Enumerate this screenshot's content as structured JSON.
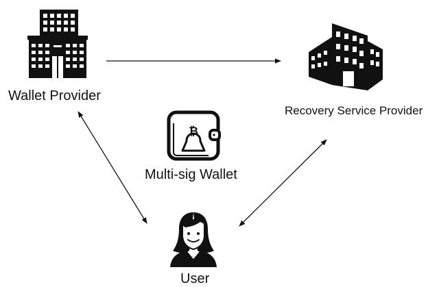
{
  "nodes": {
    "wallet_provider": {
      "label": "Wallet Provider",
      "icon": "office-building-icon"
    },
    "recovery_service_provider": {
      "label": "Recovery Service Provider",
      "icon": "office-building-icon"
    },
    "multisig_wallet": {
      "label": "Multi-sig Wallet",
      "icon": "bitcoin-wallet-icon"
    },
    "user": {
      "label": "User",
      "icon": "user-avatar-icon"
    }
  },
  "edges": [
    {
      "from": "wallet_provider",
      "to": "recovery_service_provider",
      "direction": "forward"
    },
    {
      "from": "wallet_provider",
      "to": "user",
      "direction": "both"
    },
    {
      "from": "recovery_service_provider",
      "to": "user",
      "direction": "both"
    }
  ]
}
